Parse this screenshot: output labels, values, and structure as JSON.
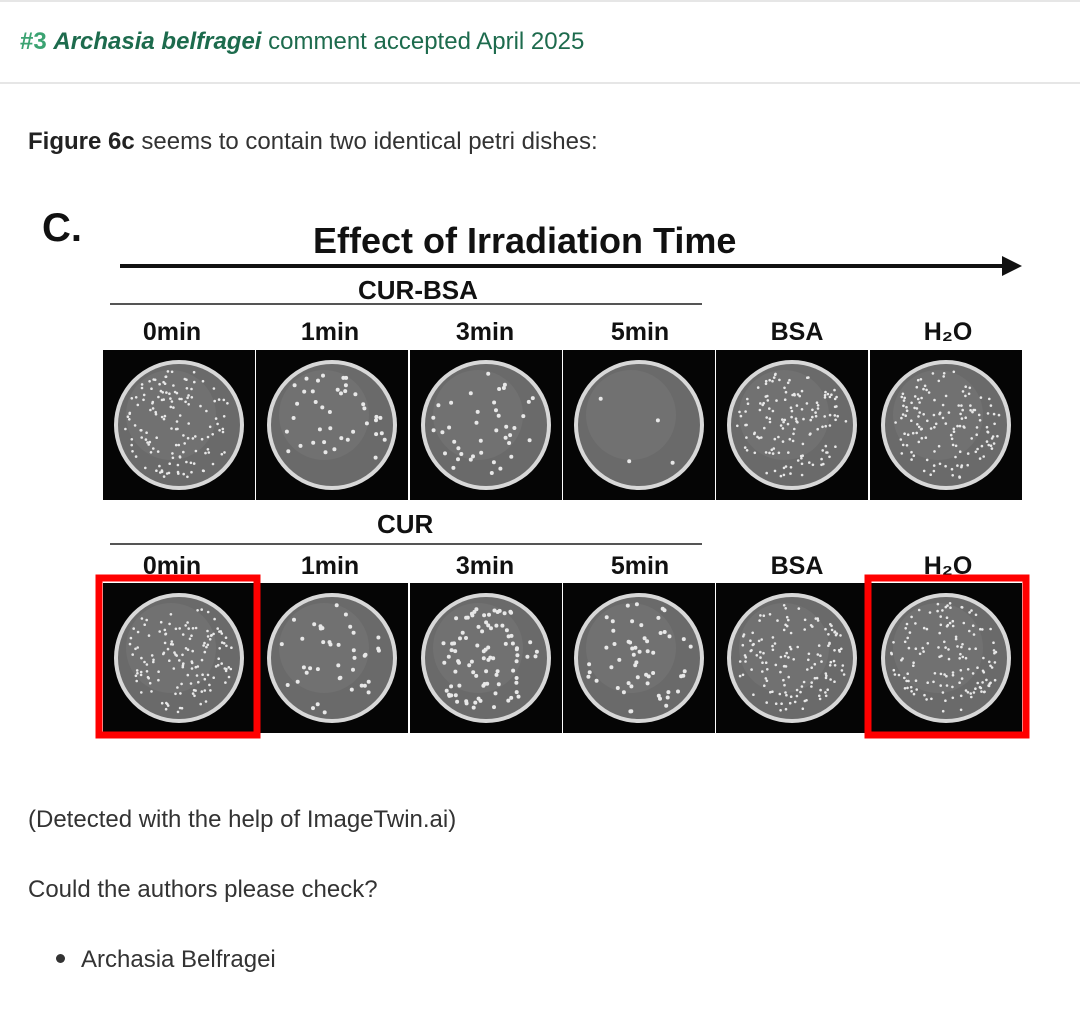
{
  "header": {
    "number": "#3",
    "author_name": "Archasia belfragei",
    "status_text": "comment accepted April 2025"
  },
  "intro": {
    "figure_ref": "Figure 6c",
    "text": "seems to contain two identical petri dishes:"
  },
  "figure": {
    "panel_letter": "C.",
    "title": "Effect of Irradiation Time",
    "top_group_label": "CUR-BSA",
    "bottom_group_label": "CUR",
    "columns": [
      "0min",
      "1min",
      "3min",
      "5min",
      "BSA",
      "H₂O"
    ],
    "colony_density": {
      "top_row": [
        "lawn",
        "sparse",
        "sparse",
        "very-few",
        "lawn",
        "lawn"
      ],
      "bottom_row": [
        "lawn",
        "sparse",
        "dense",
        "medium",
        "lawn",
        "lawn"
      ]
    },
    "highlighted_dishes": [
      "bottom-0min",
      "bottom-H2O"
    ],
    "highlight_color": "#ff0000"
  },
  "detected_text": "(Detected with the help of ImageTwin.ai)",
  "question_text": "Could the authors please check?",
  "signature_list": [
    "Archasia Belfragei"
  ],
  "colors": {
    "accent_green": "#1d6b4d",
    "number_green": "#3ba372",
    "highlight_red": "#ff0000"
  }
}
